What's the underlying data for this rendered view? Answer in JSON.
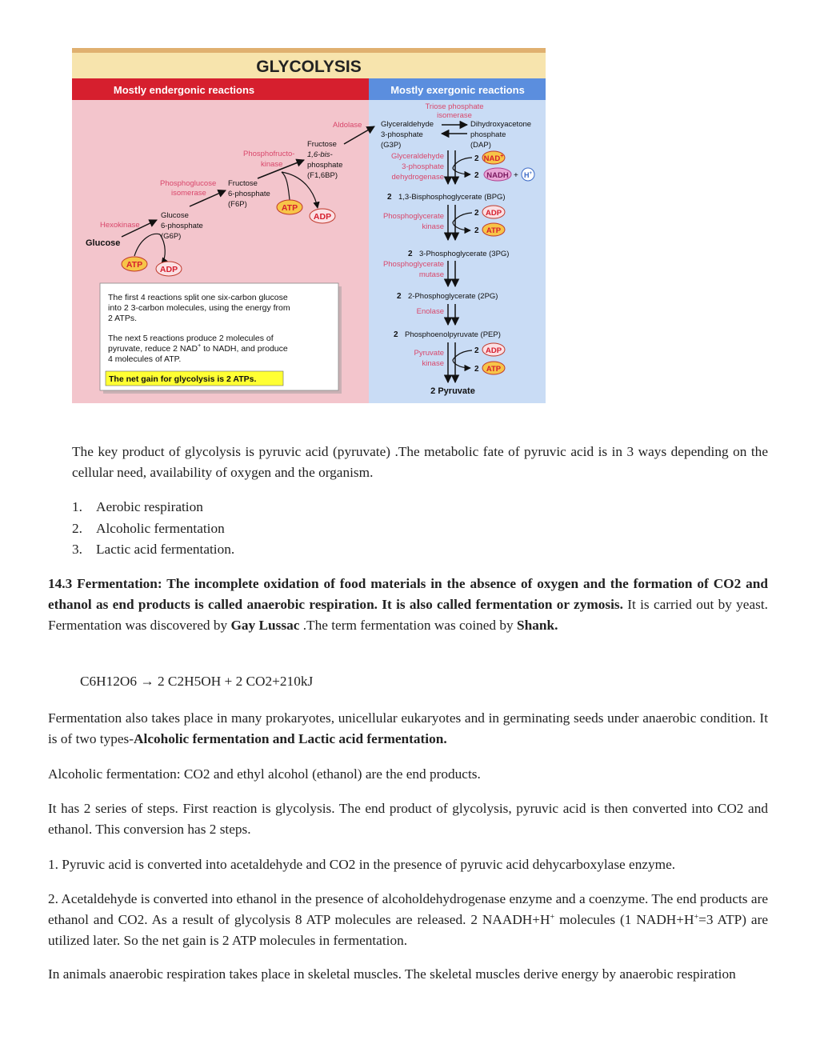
{
  "figure": {
    "title": "GLYCOLYSIS",
    "left_header": "Mostly endergonic reactions",
    "right_header": "Mostly exergonic reactions",
    "left": {
      "glucose": "Glucose",
      "hexokinase": "Hexokinase",
      "g6p": [
        "Glucose",
        "6-phosphate",
        "(G6P)"
      ],
      "pgi": [
        "Phosphoglucose",
        "isomerase"
      ],
      "f6p": [
        "Fructose",
        "6-phosphate",
        "(F6P)"
      ],
      "pfk": [
        "Phosphofructo-",
        "kinase"
      ],
      "f16bp": [
        "Fructose",
        "1,6-bis-",
        "phosphate",
        "(F1,6BP)"
      ],
      "aldolase": "Aldolase",
      "atp": "ATP",
      "adp": "ADP"
    },
    "right": {
      "tpi": [
        "Triose phosphate",
        "isomerase"
      ],
      "g3p": [
        "Glyceraldehyde",
        "3-phosphate",
        "(G3P)"
      ],
      "dap": [
        "Dihydroxyacetone",
        "phosphate",
        "(DAP)"
      ],
      "gapdh": [
        "Glyceraldehyde",
        "3-phosphate",
        "dehydrogenase"
      ],
      "nad": "NAD",
      "nadh": "NADH",
      "h": "H",
      "bpg": "1,3-Bisphosphoglycerate (BPG)",
      "pgk": [
        "Phosphoglycerate",
        "kinase"
      ],
      "pg3": "3-Phosphoglycerate (3PG)",
      "pgm": [
        "Phosphoglycerate",
        "mutase"
      ],
      "pg2": "2-Phosphoglycerate (2PG)",
      "enolase": "Enolase",
      "pep": "Phosphoenolpyruvate (PEP)",
      "pk": [
        "Pyruvate",
        "kinase"
      ],
      "pyruvate": "2 Pyruvate",
      "two": "2",
      "atp": "ATP",
      "adp": "ADP"
    },
    "summary": [
      "The first 4 reactions split one six-carbon glucose",
      "into 2 3-carbon molecules, using the energy from",
      "2 ATPs.",
      "The next 5 reactions produce 2 molecules of",
      "pyruvate, reduce 2 NAD",
      " to NADH, and produce",
      "4 molecules of ATP."
    ],
    "net_gain": "The net gain for glycolysis is 2 ATPs."
  },
  "text": {
    "intro": "The key product of glycolysis is pyruvic acid (pyruvate) .The metabolic fate of pyruvic acid is in 3 ways depending on the cellular need, availability of oxygen and the organism.",
    "fates": [
      {
        "num": "1.",
        "label": "Aerobic respiration"
      },
      {
        "num": "2.",
        "label": "Alcoholic fermentation"
      },
      {
        "num": "3.",
        "label": "Lactic acid fermentation."
      }
    ],
    "section_bold": "14.3 Fermentation: The incomplete oxidation of food materials in the absence of oxygen and the formation of CO2 and ethanol as end products is called anaerobic respiration. It is also called fermentation or zymosis.",
    "section_plain1": " It is carried out by yeast. Fermentation was discovered by ",
    "gay_lussac": "Gay Lussac",
    "section_plain2": " .The term fermentation was coined by ",
    "shank": "Shank.",
    "equation": "C6H12O6 → 2 C2H5OH + 2 CO2+210kJ",
    "para2_plain": "Fermentation also takes place in many prokaryotes, unicellular eukaryotes and in germinating seeds under anaerobic condition. It is of two types-",
    "para2_bold": "Alcoholic fermentation and Lactic acid fermentation.",
    "para3": "Alcoholic fermentation: CO2 and ethyl alcohol (ethanol) are the end products.",
    "para4": "It has 2 series of steps. First reaction is glycolysis. The end product of glycolysis, pyruvic acid is then converted into CO2 and ethanol. This conversion has 2 steps.",
    "para5": "1. Pyruvic acid is converted into acetaldehyde and CO2 in the presence of pyruvic acid dehycarboxylase enzyme.",
    "para6_a": "2. Acetaldehyde is converted into ethanol in the presence of alcoholdehydrogenase enzyme and a coenzyme. The end products are ethanol and CO2. As a result of glycolysis 8 ATP molecules are released. 2 NAADH+H",
    "para6_b": " molecules (1 NADH+H",
    "para6_c": "=3 ATP) are utilized later. So the net gain is 2 ATP molecules in fermentation.",
    "plus": "+",
    "para7": "In animals anaerobic respiration takes place in skeletal muscles. The skeletal muscles derive energy by anaerobic respiration"
  },
  "colors": {
    "left_bg": "#f3c5cc",
    "right_bg": "#c9dcf5",
    "title_bg": "#f7e4ad",
    "left_header_bg": "#d61f2e",
    "right_header_bg": "#5b8ede",
    "enzyme_pink": "#d9476b",
    "atp_fill": "#f7c548",
    "net_gain_bg": "#ffff33"
  }
}
